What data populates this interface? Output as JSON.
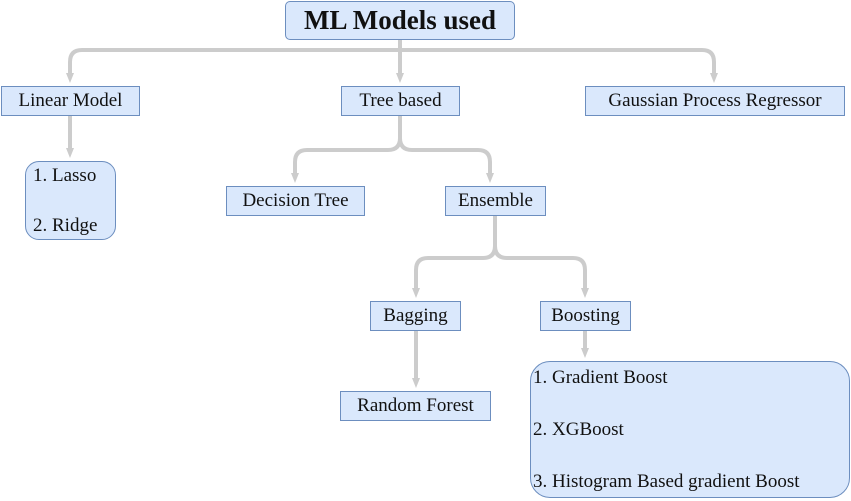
{
  "title": "ML Models used",
  "nodes": {
    "linear": "Linear Model",
    "tree": "Tree based",
    "gaussian": "Gaussian Process Regressor",
    "decision_tree": "Decision Tree",
    "ensemble": "Ensemble",
    "bagging": "Bagging",
    "boosting": "Boosting",
    "random_forest": "Random Forest"
  },
  "linear_models": [
    "1. Lasso",
    "2. Ridge"
  ],
  "boosting_models": [
    "1. Gradient Boost",
    "2. XGBoost",
    "3. Histogram Based gradient Boost"
  ],
  "colors": {
    "node_fill": "#dae8fc",
    "node_border": "#6c8ebf",
    "edge": "#cccccc"
  }
}
